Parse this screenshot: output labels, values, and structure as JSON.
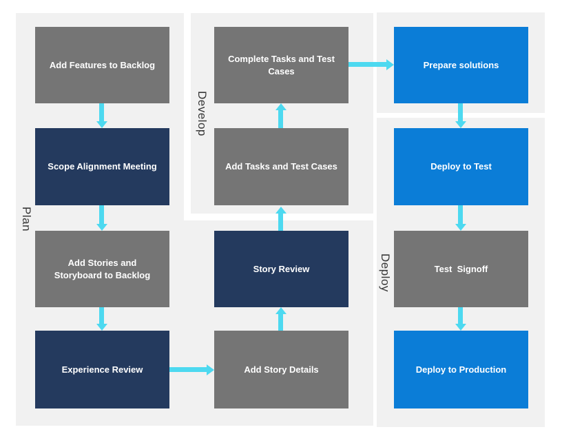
{
  "colors": {
    "panel_bg": "#f1f1f1",
    "box_gray": "#757575",
    "box_navy": "#243a5e",
    "box_blue": "#0b7dd7",
    "arrow": "#4dd9f0",
    "lane_label": "#383838",
    "box_text": "#ffffff"
  },
  "lanes": [
    {
      "label": "Plan"
    },
    {
      "label": "Develop"
    },
    {
      "label": "Deploy"
    }
  ],
  "boxes": [
    {
      "label": "Add Features to Backlog",
      "variant": "gray",
      "lane": "Plan",
      "col": 1,
      "row": 1
    },
    {
      "label": "Scope Alignment Meeting",
      "variant": "navy",
      "lane": "Plan",
      "col": 1,
      "row": 2
    },
    {
      "label": "Add Stories and Storyboard to Backlog",
      "variant": "gray",
      "lane": "Plan",
      "col": 1,
      "row": 3
    },
    {
      "label": "Experience Review",
      "variant": "navy",
      "lane": "Plan",
      "col": 1,
      "row": 4
    },
    {
      "label": "Complete Tasks and Test Cases",
      "variant": "gray",
      "lane": "Develop",
      "col": 2,
      "row": 1
    },
    {
      "label": "Add Tasks and Test Cases",
      "variant": "gray",
      "lane": "Develop",
      "col": 2,
      "row": 2
    },
    {
      "label": "Story Review",
      "variant": "navy",
      "lane": "Plan",
      "col": 2,
      "row": 3
    },
    {
      "label": "Add Story Details",
      "variant": "gray",
      "lane": "Plan",
      "col": 2,
      "row": 4
    },
    {
      "label": "Prepare solutions",
      "variant": "blue",
      "lane": "Develop",
      "col": 3,
      "row": 1
    },
    {
      "label": "Deploy to Test",
      "variant": "blue",
      "lane": "Deploy",
      "col": 3,
      "row": 2
    },
    {
      "label": "Test  Signoff",
      "variant": "gray",
      "lane": "Deploy",
      "col": 3,
      "row": 3
    },
    {
      "label": "Deploy to Production",
      "variant": "blue",
      "lane": "Deploy",
      "col": 3,
      "row": 4
    }
  ],
  "arrows": [
    {
      "from": "Add Features to Backlog",
      "to": "Scope Alignment Meeting",
      "direction": "down"
    },
    {
      "from": "Scope Alignment Meeting",
      "to": "Add Stories and Storyboard to Backlog",
      "direction": "down"
    },
    {
      "from": "Add Stories and Storyboard to Backlog",
      "to": "Experience Review",
      "direction": "down"
    },
    {
      "from": "Experience Review",
      "to": "Add Story Details",
      "direction": "right"
    },
    {
      "from": "Add Story Details",
      "to": "Story Review",
      "direction": "up"
    },
    {
      "from": "Story Review",
      "to": "Add Tasks and Test Cases",
      "direction": "up"
    },
    {
      "from": "Add Tasks and Test Cases",
      "to": "Complete Tasks and Test Cases",
      "direction": "up"
    },
    {
      "from": "Complete Tasks and Test Cases",
      "to": "Prepare solutions",
      "direction": "right"
    },
    {
      "from": "Prepare solutions",
      "to": "Deploy to Test",
      "direction": "down"
    },
    {
      "from": "Deploy to Test",
      "to": "Test  Signoff",
      "direction": "down"
    },
    {
      "from": "Test  Signoff",
      "to": "Deploy to Production",
      "direction": "down"
    }
  ]
}
